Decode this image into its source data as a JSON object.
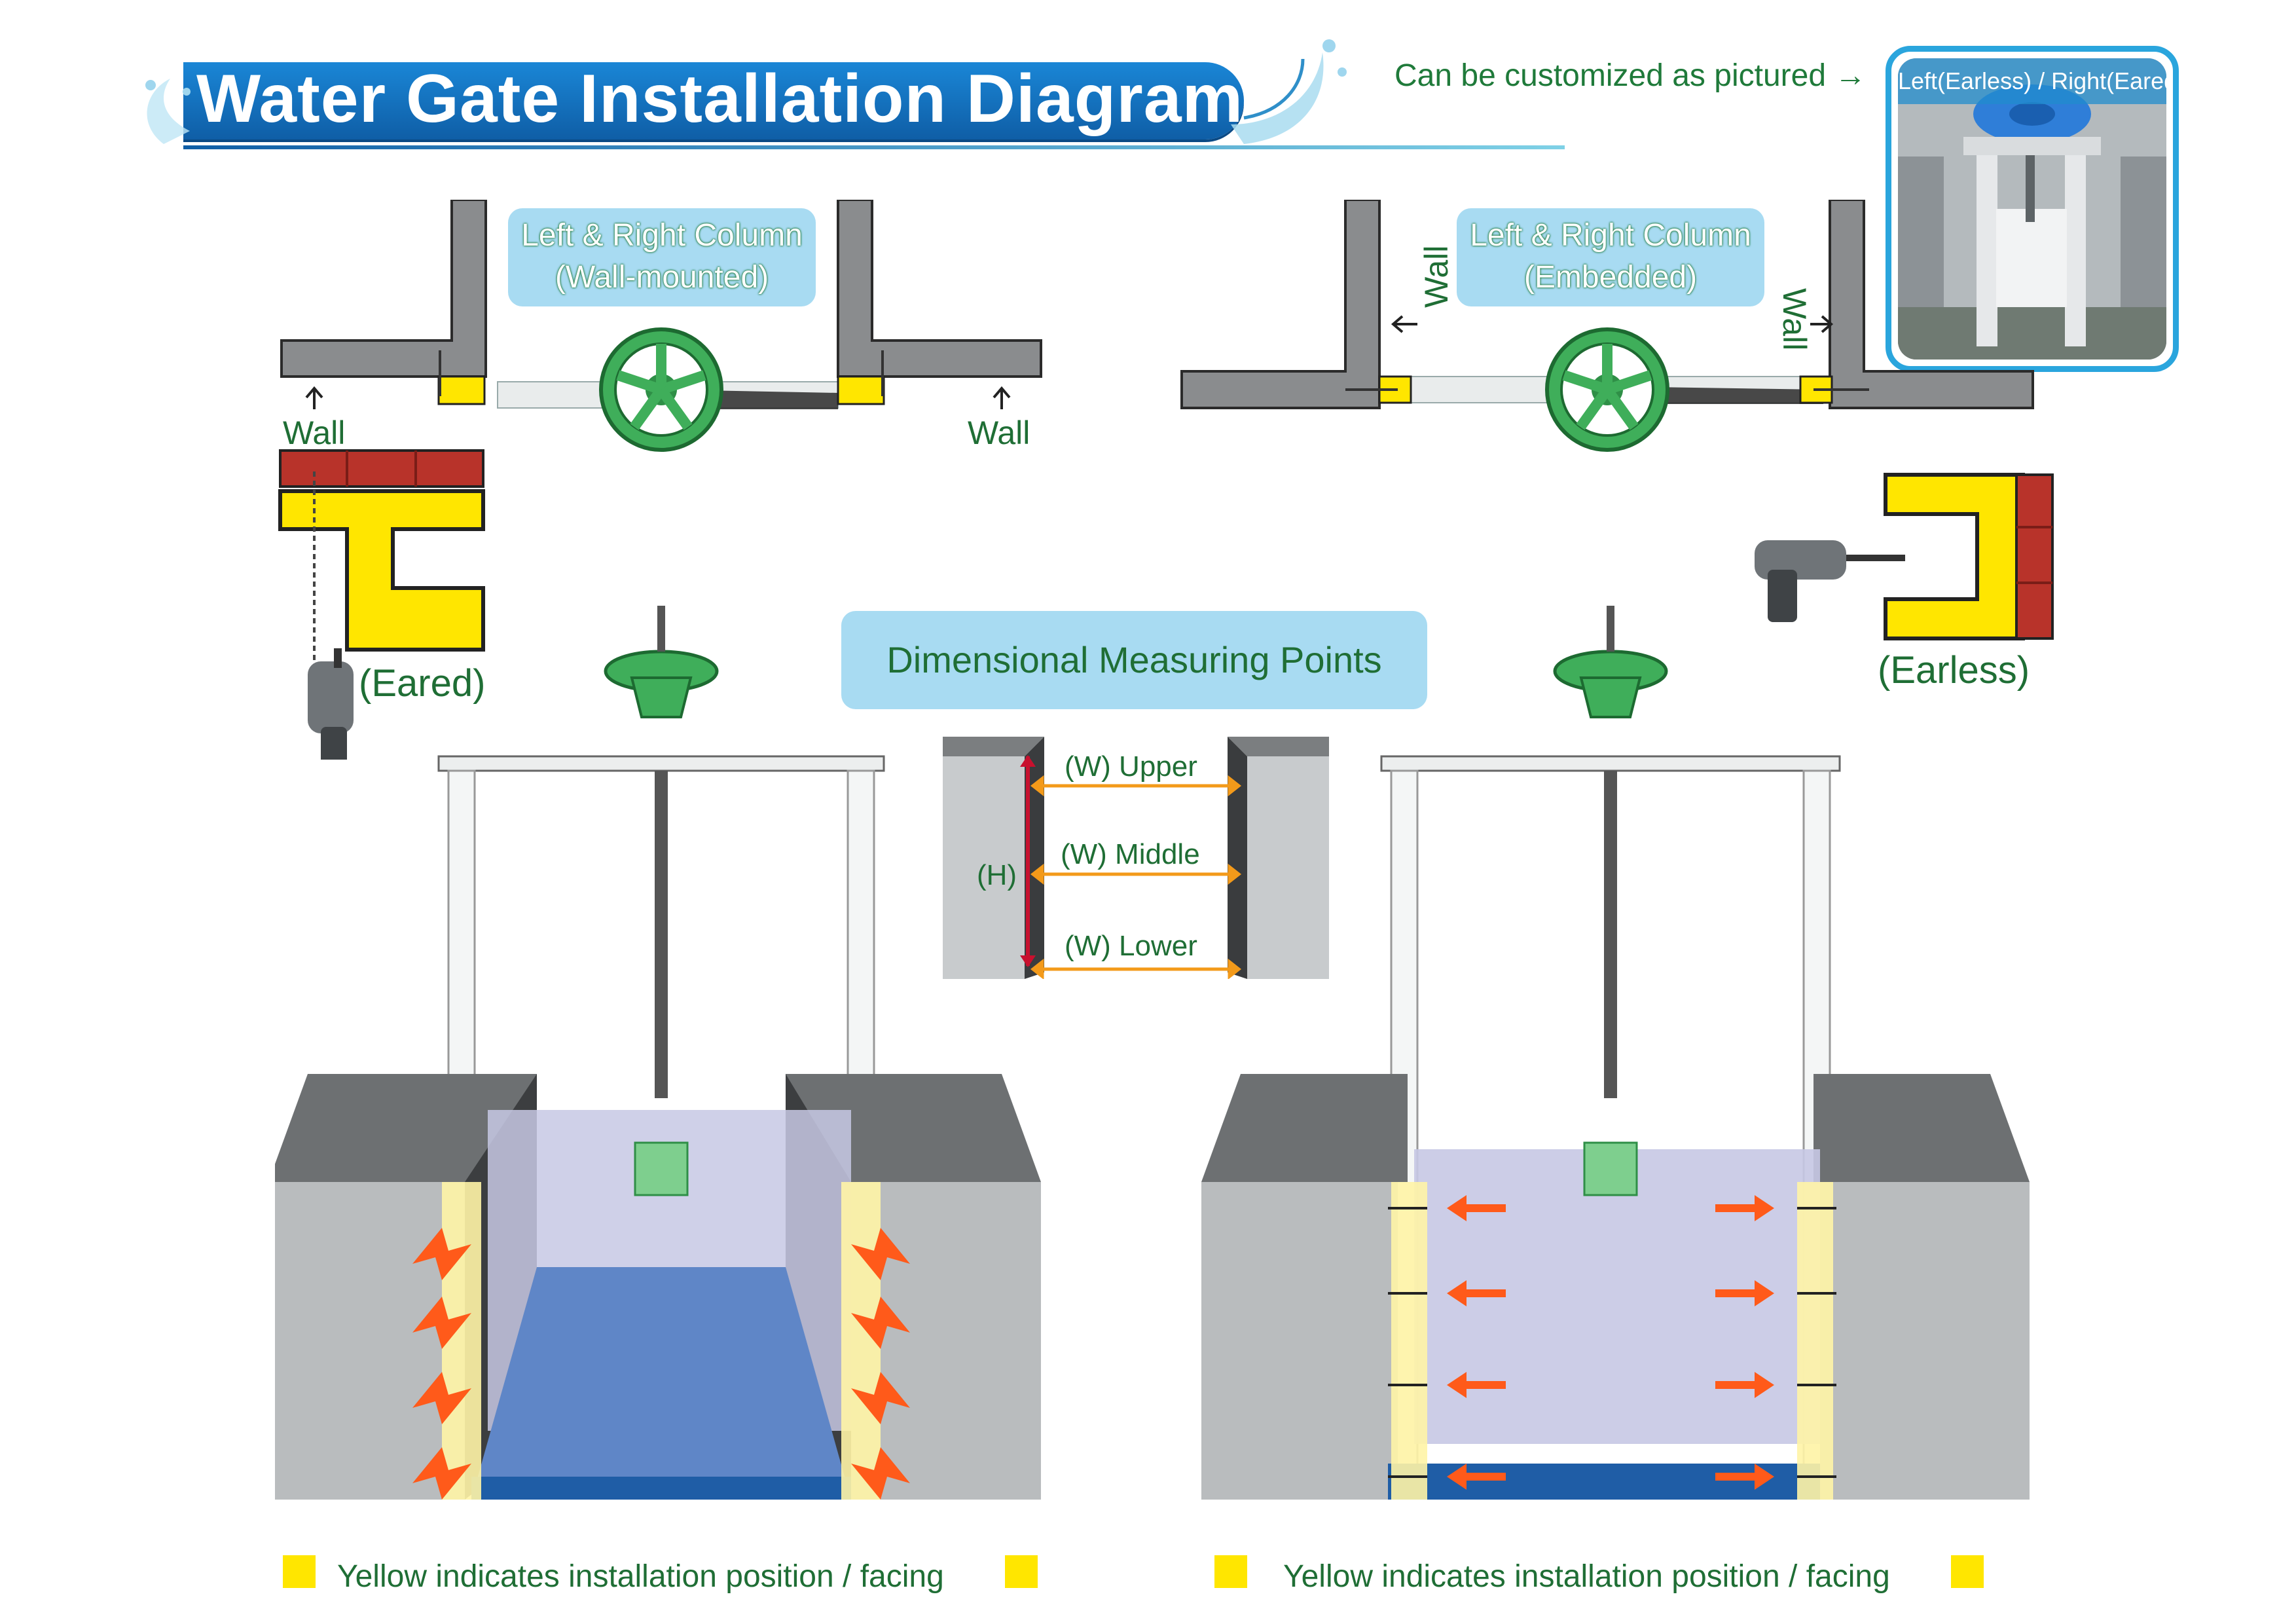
{
  "title": "Water Gate Installation Diagram",
  "customization_note": "Can be customized as pictured",
  "photo_caption": "Left(Earless) / Right(Eared)",
  "wall_mounted": {
    "label_line1": "Left & Right Column",
    "label_line2": "(Wall-mounted)",
    "wall_left": "Wall",
    "wall_right": "Wall",
    "bracket_type": "(Eared)"
  },
  "embedded": {
    "label_line1": "Left & Right Column",
    "label_line2": "(Embedded)",
    "wall_left": "Wall",
    "wall_right": "Wall",
    "bracket_type": "(Earless)"
  },
  "measuring": {
    "title": "Dimensional Measuring Points",
    "upper": "(W) Upper",
    "middle": "(W) Middle",
    "lower": "(W) Lower",
    "height": "(H)"
  },
  "legend": {
    "left": "Yellow indicates installation position / facing",
    "right": "Yellow indicates installation position / facing"
  },
  "colors": {
    "title_blue": "#0f5ea6",
    "label_green": "#1f6e35",
    "install_yellow": "#ffe600",
    "label_box": "#a8dbf2",
    "arrow_orange": "#ff5a1a",
    "wheel_green": "#3fae5a",
    "brick_red": "#b8332a"
  }
}
